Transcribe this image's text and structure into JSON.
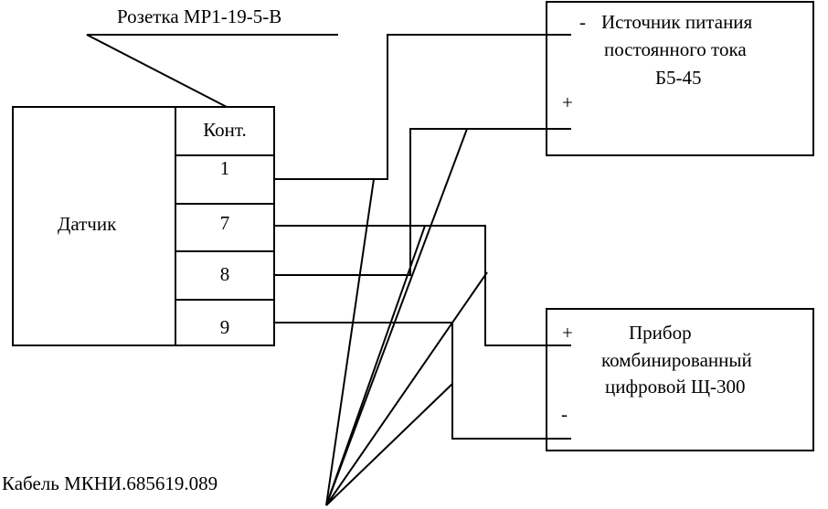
{
  "connector_label": "Розетка МР1-19-5-В",
  "sensor_label": "Датчик",
  "contacts_header": "Конт.",
  "contacts": [
    "1",
    "7",
    "8",
    "9"
  ],
  "power_supply": {
    "minus": "-",
    "line1": "Источник питания",
    "line2": "постоянного тока",
    "line3": "Б5-45",
    "plus": "+"
  },
  "meter": {
    "plus": "+",
    "line1": "Прибор",
    "line2": "комбинированный",
    "line3": "цифровой Щ-300",
    "minus": "-"
  },
  "cable_label": "Кабель МКНИ.685619.089"
}
